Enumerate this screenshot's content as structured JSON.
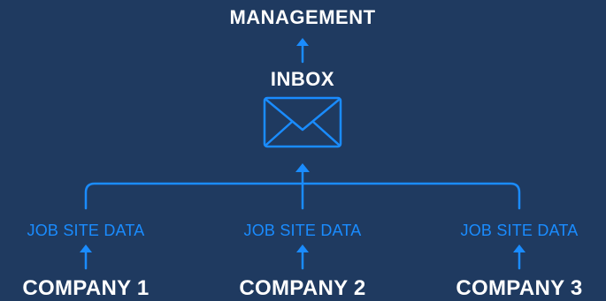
{
  "diagram": {
    "top_label": "MANAGEMENT",
    "hub_label": "INBOX",
    "hub_icon": "envelope-icon",
    "colors": {
      "background": "#1f3a60",
      "accent": "#1a8cff",
      "text": "#ffffff"
    },
    "sources": [
      {
        "data_label": "JOB SITE DATA",
        "company": "COMPANY 1"
      },
      {
        "data_label": "JOB SITE DATA",
        "company": "COMPANY 2"
      },
      {
        "data_label": "JOB SITE DATA",
        "company": "COMPANY 3"
      }
    ]
  }
}
